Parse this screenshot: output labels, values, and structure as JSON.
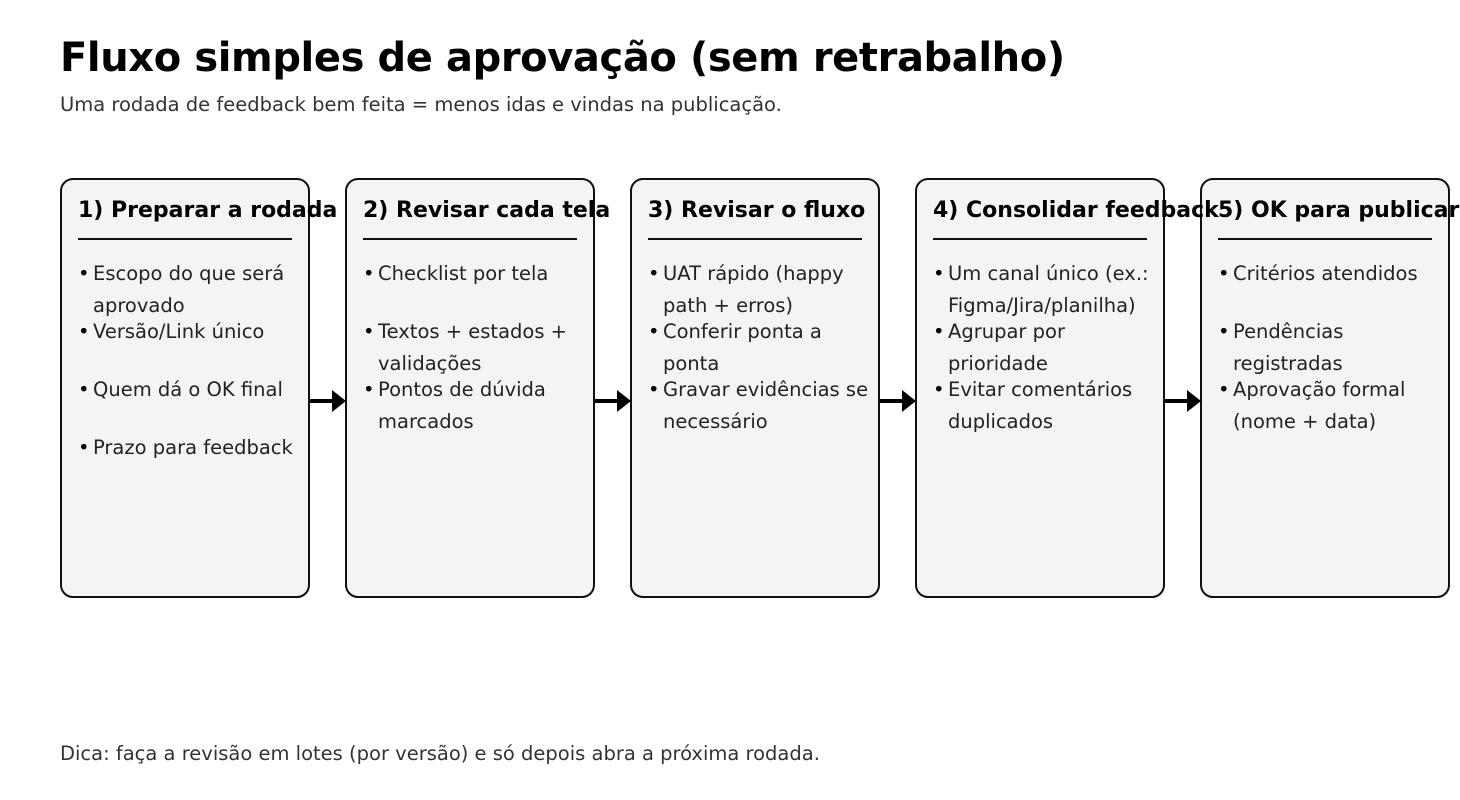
{
  "header": {
    "title": "Fluxo simples de aprovação (sem retrabalho)",
    "subtitle": "Uma rodada de feedback bem feita = menos idas e vindas na publicação."
  },
  "footer": {
    "note": "Dica: faça a revisão em lotes (por versão) e só depois abra a próxima rodada."
  },
  "colors": {
    "card_fill": "#f4f4f4",
    "card_border": "#111111",
    "title_text": "#000000",
    "body_text": "#222222",
    "muted_text": "#333333",
    "arrow": "#000000",
    "background": "#ffffff"
  },
  "flow": {
    "arrow_icon": "arrow-right-icon",
    "bullet_glyph": "•",
    "steps": [
      {
        "id": "step-1",
        "title": "1) Preparar a rodada",
        "items": [
          "Escopo do que será aprovado",
          "Versão/Link único",
          "Quem dá o OK final",
          "Prazo para feedback"
        ]
      },
      {
        "id": "step-2",
        "title": "2) Revisar cada tela",
        "items": [
          "Checklist por tela",
          "Textos + estados + validações",
          "Pontos de dúvida marcados"
        ]
      },
      {
        "id": "step-3",
        "title": "3) Revisar o fluxo",
        "items": [
          "UAT rápido (happy path + erros)",
          "Conferir ponta a ponta",
          "Gravar evidências se necessário"
        ]
      },
      {
        "id": "step-4",
        "title": "4) Consolidar feedback",
        "items": [
          "Um canal único (ex.: Figma/Jira/planilha)",
          "Agrupar por prioridade",
          "Evitar comentários duplicados"
        ]
      },
      {
        "id": "step-5",
        "title": "5) OK para publicar",
        "items": [
          "Critérios atendidos",
          "Pendências registradas",
          "Aprovação formal (nome + data)"
        ]
      }
    ]
  }
}
